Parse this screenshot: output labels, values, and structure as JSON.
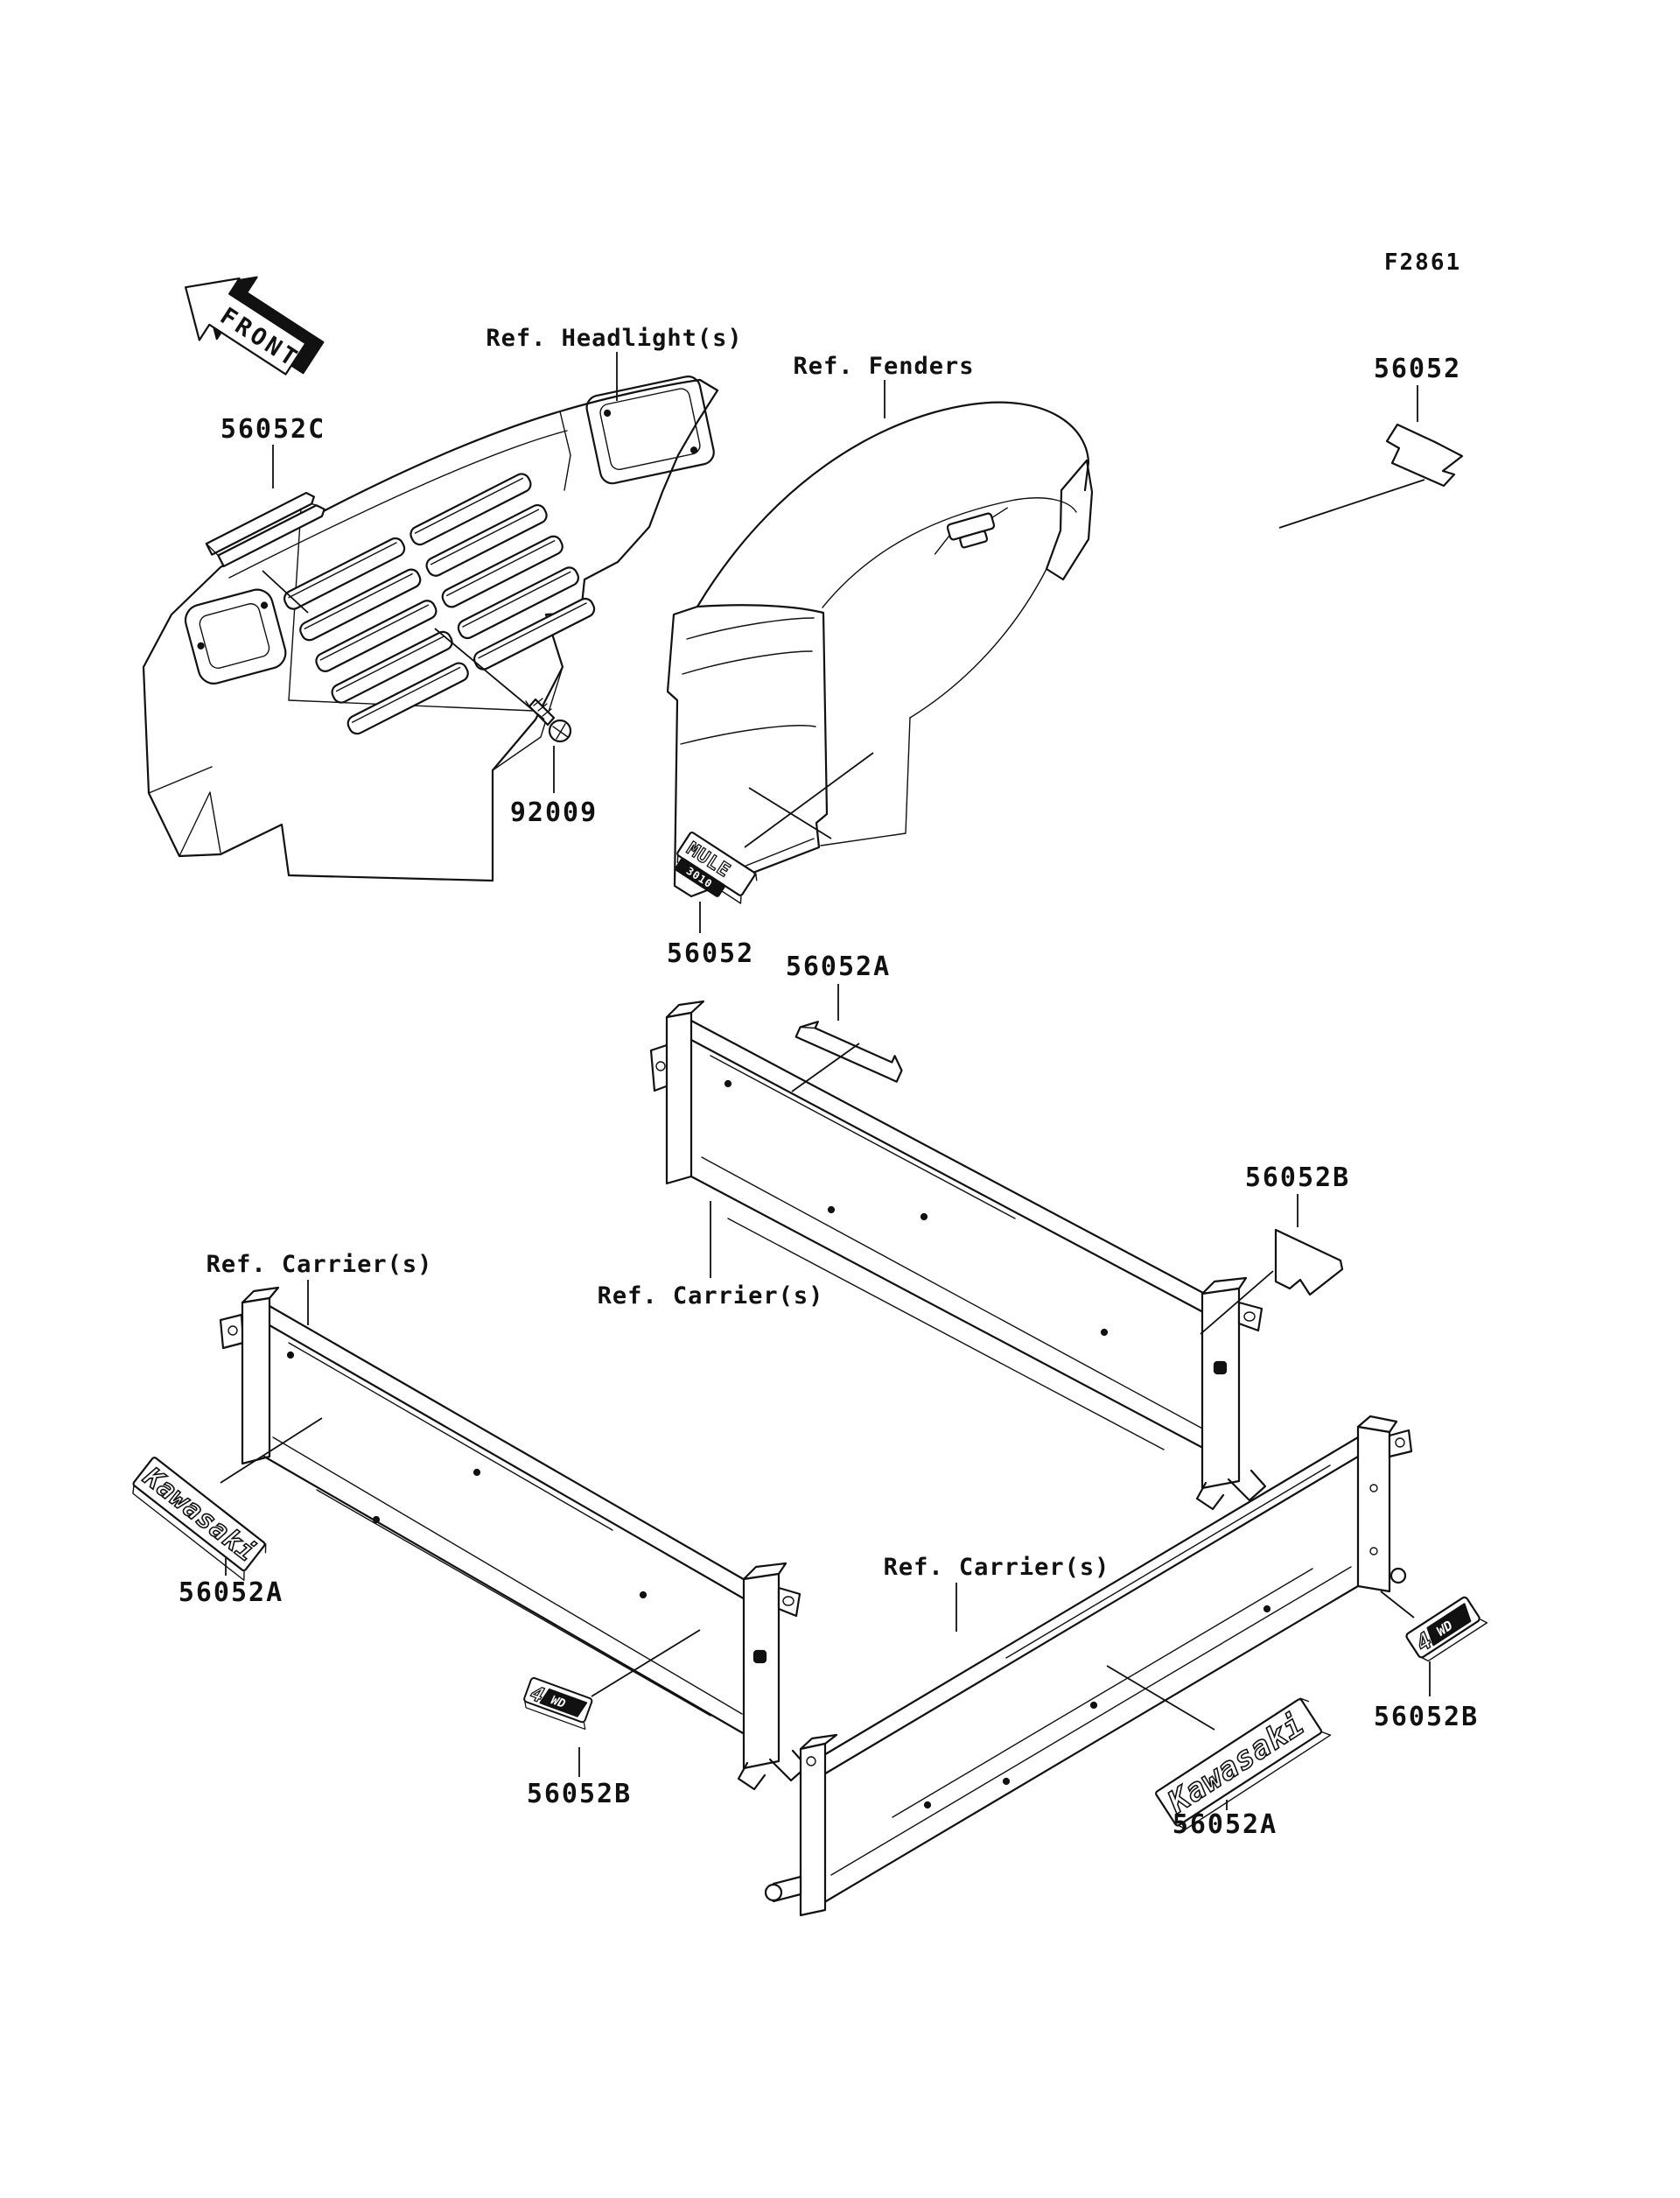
{
  "diagram_code": "F2861",
  "front_arrow": {
    "label": "FRONT"
  },
  "ref_labels": {
    "headlight": "Ref. Headlight(s)",
    "fenders": "Ref. Fenders",
    "carrier_left": "Ref. Carrier(s)",
    "carrier_middle": "Ref. Carrier(s)",
    "carrier_bottom": "Ref. Carrier(s)"
  },
  "part_labels": {
    "p56052c": "56052C",
    "p56052_fender": "56052",
    "p92009": "92009",
    "p56052_mule": "56052",
    "p56052a_middle": "56052A",
    "p56052b_middle": "56052B",
    "p56052a_left": "56052A",
    "p56052b_bottom": "56052B",
    "p56052a_bottomright": "56052A",
    "p56052b_right": "56052B"
  },
  "decals": {
    "kawasaki": "Kawasaki",
    "mule_line1": "MULE",
    "mule_line2": "3010",
    "fourwd_digit": "4",
    "fourwd_letters": "WD"
  },
  "colors": {
    "line": "#111111",
    "background": "#ffffff"
  }
}
